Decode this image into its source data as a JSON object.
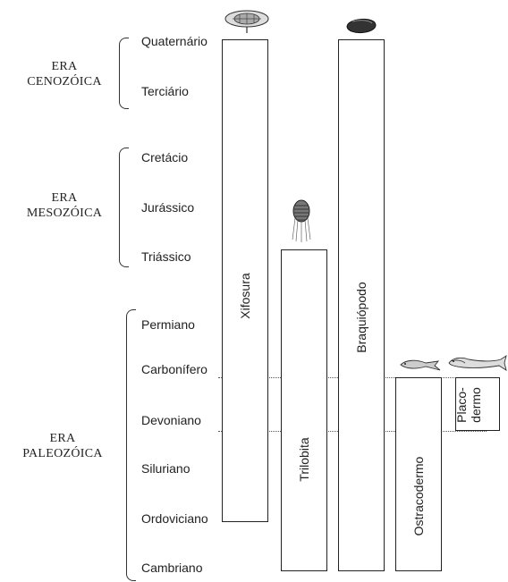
{
  "eras": [
    {
      "line1": "ERA",
      "line2": "CENOZÓICA"
    },
    {
      "line1": "ERA",
      "line2": "MESOZÓICA"
    },
    {
      "line1": "ERA",
      "line2": "PALEOZÓICA"
    }
  ],
  "periods": [
    "Quaternário",
    "Terciário",
    "Cretácio",
    "Jurássico",
    "Triássico",
    "Permiano",
    "Carbonífero",
    "Devoniano",
    "Siluriano",
    "Ordoviciano",
    "Cambriano"
  ],
  "taxa": {
    "xifosura": "Xifosura",
    "trilobita": "Trilobita",
    "braquiopodo": "Braquiópodo",
    "ostracodermo": "Ostracodermo",
    "placodermo_line1": "Placo-",
    "placodermo_line2": "dermo"
  },
  "icons": [
    "horseshoe-crab-icon",
    "trilobite-icon",
    "brachiopod-icon",
    "ostracoderm-fish-icon",
    "placoderm-fish-icon"
  ]
}
